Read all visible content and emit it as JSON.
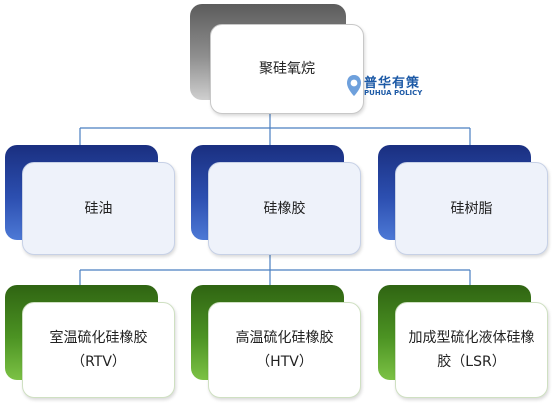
{
  "root": {
    "label": "聚硅氧烷"
  },
  "level1": [
    {
      "label": "硅油"
    },
    {
      "label": "硅橡胶"
    },
    {
      "label": "硅树脂"
    }
  ],
  "level2": [
    {
      "label": "室温硫化硅橡胶（RTV）"
    },
    {
      "label": "高温硫化硅橡胶（HTV）"
    },
    {
      "label": "加成型硫化液体硅橡胶（LSR）"
    }
  ],
  "watermark": {
    "name_cn": "普华有策",
    "name_en": "PUHUA POLICY"
  },
  "colors": {
    "root": "#8f8f8f",
    "level1": "#2c4fb0",
    "level2": "#4c9323",
    "connector": "#4a7fc0",
    "logo": "#1d5aa6"
  }
}
